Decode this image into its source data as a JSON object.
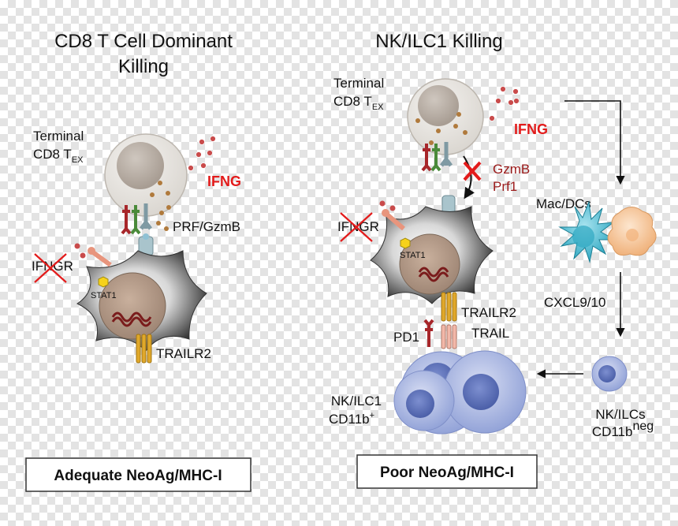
{
  "left": {
    "title_line1": "CD8 T Cell Dominant",
    "title_line2": "Killing",
    "tex_line1": "Terminal",
    "tex_main": "CD8 T",
    "tex_sub": "EX",
    "ifng": "IFNG",
    "prf_gzmb": "PRF/GzmB",
    "ifngr": "IFNGR",
    "stat1": "STAT1",
    "trailr2": "TRAILR2",
    "box": "Adequate NeoAg/MHC-I"
  },
  "right": {
    "title": "NK/ILC1 Killing",
    "tex_line1": "Terminal",
    "tex_main": "CD8 T",
    "tex_sub": "EX",
    "ifng": "IFNG",
    "gzmb": "GzmB",
    "prf1": "Prf1",
    "ifngr": "IFNGR",
    "stat1": "STAT1",
    "trailr2": "TRAILR2",
    "trail": "TRAIL",
    "pd1": "PD1",
    "mac_dcs": "Mac/DCs",
    "cxcl": "CXCL9/10",
    "nk_main": "NK/ILC1",
    "nk_cd": "CD11b",
    "nk_sup": "+",
    "nkneg_main": "NK/ILCs",
    "nkneg_cd": "CD11b",
    "nkneg_sup": "neg",
    "box": "Poor NeoAg/MHC-I"
  },
  "colors": {
    "ifng_red": "#e31b1b",
    "granule_brown": "#b07a3c",
    "dot_red": "#c94b4b",
    "receptor_blue": "#a9c4cc",
    "trail_orange": "#e0a82a",
    "trail_pink": "#f2b7a8",
    "nk_blue": "#8e9fd6",
    "mac_teal": "#2fa8c2",
    "dc_peach": "#f6c79e"
  }
}
